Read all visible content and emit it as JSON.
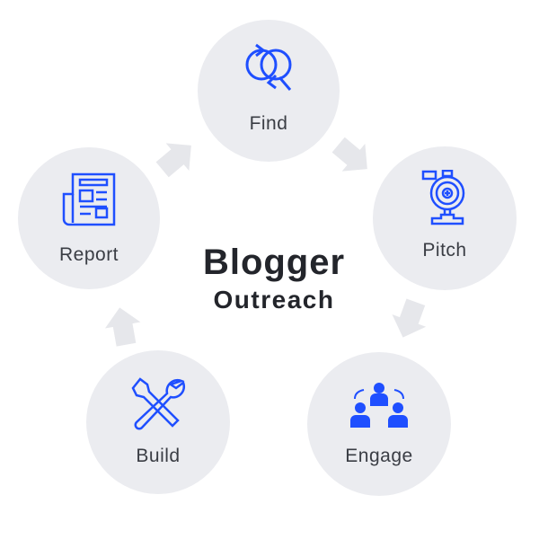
{
  "title": {
    "line1": "Blogger",
    "line2": "Outreach"
  },
  "steps": [
    {
      "label": "Find",
      "icon": "find-icon"
    },
    {
      "label": "Pitch",
      "icon": "pitch-icon"
    },
    {
      "label": "Engage",
      "icon": "engage-icon"
    },
    {
      "label": "Build",
      "icon": "build-icon"
    },
    {
      "label": "Report",
      "icon": "report-icon"
    }
  ],
  "colors": {
    "circle": "#ebecf0",
    "icon": "#1f4fff",
    "arrow": "#e6e7eb",
    "text": "#23252b"
  }
}
